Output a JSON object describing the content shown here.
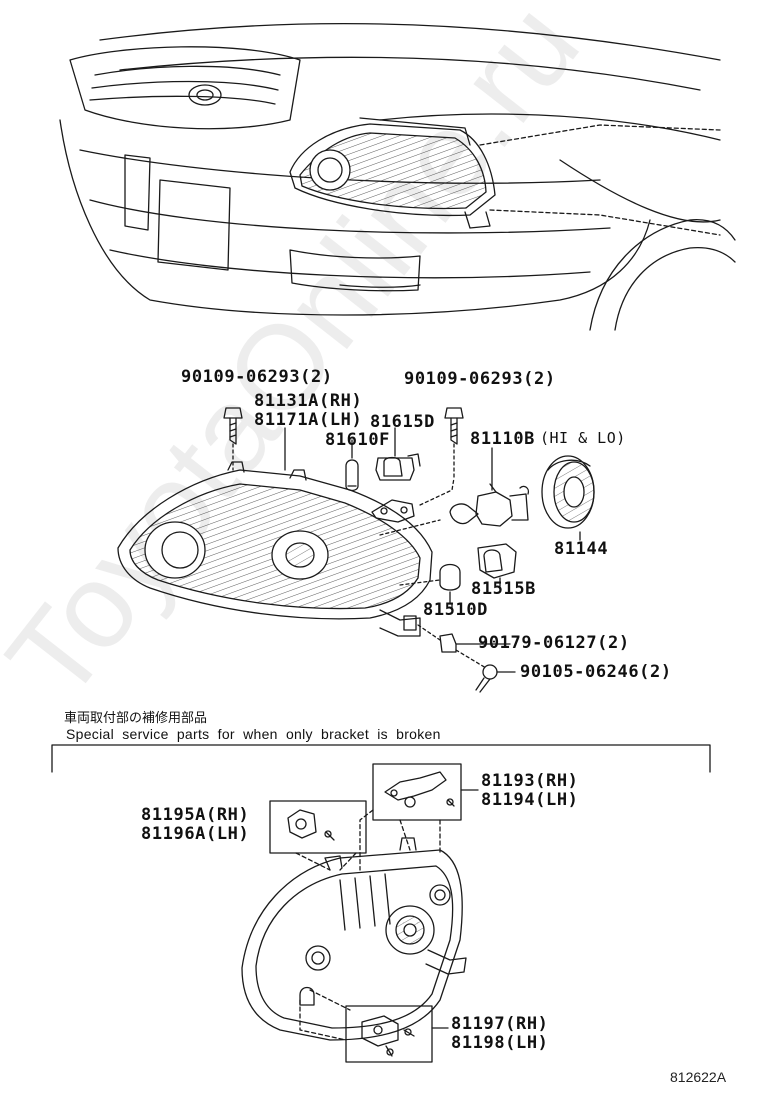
{
  "watermark": "ToyotaOnline.ru",
  "labels": {
    "bolt_left": "90109-06293(2)",
    "bolt_right": "90109-06293(2)",
    "unit_rh": "81131A(RH)",
    "unit_lh": "81171A(LH)",
    "socket_d": "81615D",
    "bulb_f": "81610F",
    "bulb_main": "81110B",
    "bulb_main_note": "(HI & LO)",
    "cover": "81144",
    "socket_b": "81515B",
    "bulb_d": "81510D",
    "nut": "90179-06127(2)",
    "screw": "90105-06246(2)",
    "bracket_top_rh": "81193(RH)",
    "bracket_top_lh": "81194(LH)",
    "bracket_left_rh": "81195A(RH)",
    "bracket_left_lh": "81196A(LH)",
    "bracket_bottom_rh": "81197(RH)",
    "bracket_bottom_lh": "81198(LH)"
  },
  "notes": {
    "japanese": "車両取付部の補修用部品",
    "english": "Special service parts for when only bracket is broken"
  },
  "diagram_code": "812622A"
}
